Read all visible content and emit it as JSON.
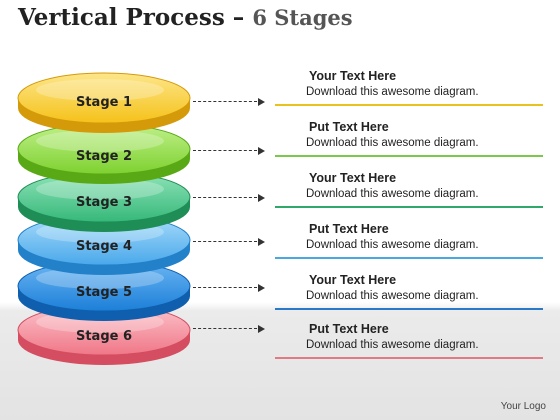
{
  "title": {
    "main": "Vertical Process – ",
    "sub": "6 Stages"
  },
  "stages": [
    {
      "label": "Stage 1",
      "heading": "Your Text Here",
      "body": "Download this awesome diagram.",
      "color": "#f5c21a",
      "light": "#fde68a",
      "dark": "#d59a0a",
      "rule": "#e8c21e"
    },
    {
      "label": "Stage 2",
      "heading": "Put Text Here",
      "body": "Download this awesome diagram.",
      "color": "#7ed130",
      "light": "#bff08a",
      "dark": "#58a915",
      "rule": "#7cc84b"
    },
    {
      "label": "Stage 3",
      "heading": "Your Text Here",
      "body": "Download this awesome diagram.",
      "color": "#36b87a",
      "light": "#8fe3b8",
      "dark": "#1f8d56",
      "rule": "#2fa86a"
    },
    {
      "label": "Stage 4",
      "heading": "Put Text Here",
      "body": "Download this awesome diagram.",
      "color": "#4aa8ea",
      "light": "#a8dcfb",
      "dark": "#2281c9",
      "rule": "#4aa8e0"
    },
    {
      "label": "Stage 5",
      "heading": "Your Text Here",
      "body": "Download this awesome diagram.",
      "color": "#1c7fd8",
      "light": "#6cb6f3",
      "dark": "#0f5fae",
      "rule": "#2a78c8"
    },
    {
      "label": "Stage 6",
      "heading": "Put Text Here",
      "body": "Download this awesome diagram.",
      "color": "#f07787",
      "light": "#fbc4cc",
      "dark": "#d44d60",
      "rule": "#e07a85"
    }
  ],
  "logo": "Your Logo"
}
